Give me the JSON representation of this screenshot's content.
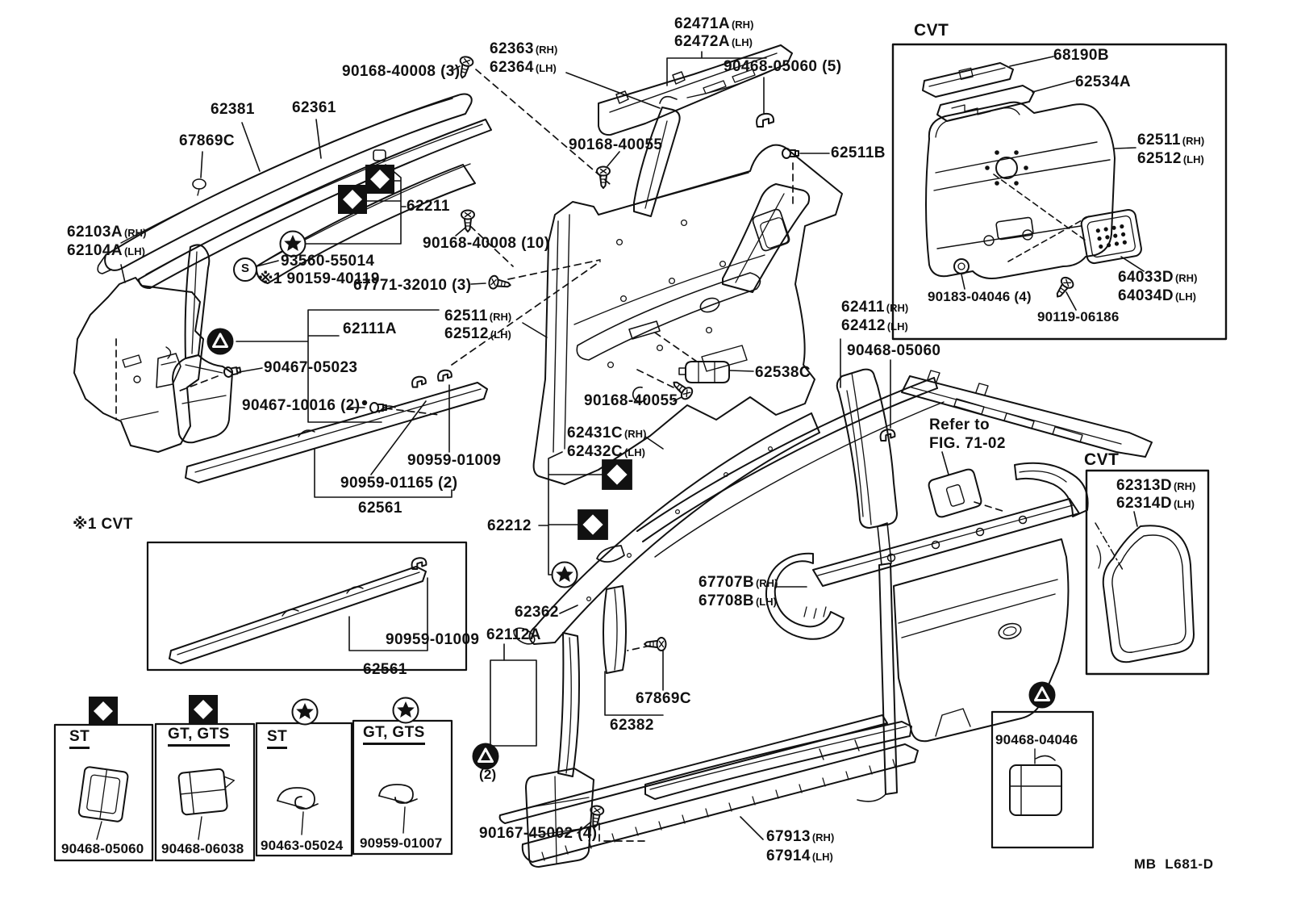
{
  "diagram": {
    "page_code": "MB  L681-D",
    "marker_s": "S",
    "note1_cvt": "※1 CVT",
    "count_2": "(2)",
    "cvt_top_label": "CVT",
    "cvt_right_label": "CVT",
    "refer_note": {
      "line1": "Refer to",
      "line2": "FIG. 71-02"
    },
    "legend_markers": {
      "diamond": "black-square-white-diamond",
      "star": "circled-star",
      "triangle": "black-circle-white-triangle",
      "s": "circled-s"
    },
    "labels": {
      "p62471a": {
        "text": "62471A",
        "suffix": "(RH)"
      },
      "p62472a": {
        "text": "62472A",
        "suffix": "(LH)"
      },
      "p90468_05060_5": {
        "text": "90468-05060 (5)"
      },
      "p62363": {
        "text": "62363",
        "suffix": "(RH)"
      },
      "p62364": {
        "text": "62364",
        "suffix": "(LH)"
      },
      "p90168_40008_3": {
        "text": "90168-40008 (3)"
      },
      "p62381": {
        "text": "62381"
      },
      "p62361": {
        "text": "62361"
      },
      "p67869c_1": {
        "text": "67869C"
      },
      "p90168_40055_t": {
        "text": "90168-40055"
      },
      "p62511b": {
        "text": "62511B"
      },
      "p62211": {
        "text": "62211"
      },
      "p90168_40008_10": {
        "text": "90168-40008 (10)"
      },
      "p67771_32010_3": {
        "text": "67771-32010 (3)"
      },
      "p93560_55014": {
        "text": "93560-55014"
      },
      "p90159_40119": {
        "text": "※1 90159-40119"
      },
      "p62103a": {
        "text": "62103A",
        "suffix": "(RH)"
      },
      "p62104a": {
        "text": "62104A",
        "suffix": "(LH)"
      },
      "p62111a": {
        "text": "62111A"
      },
      "p90467_05023": {
        "text": "90467-05023"
      },
      "p90467_10016_2": {
        "text": "90467-10016 (2)"
      },
      "p90959_01009_1": {
        "text": "90959-01009"
      },
      "p90959_01165_2": {
        "text": "90959-01165 (2)"
      },
      "p62561_1": {
        "text": "62561"
      },
      "p90959_01009_2": {
        "text": "90959-01009"
      },
      "p62561_2": {
        "text": "62561"
      },
      "p62511_rh": {
        "text": "62511",
        "suffix": "(RH)"
      },
      "p62512_lh": {
        "text": "62512",
        "suffix": "(LH)"
      },
      "p62538c": {
        "text": "62538C"
      },
      "p90168_40055_b": {
        "text": "90168-40055"
      },
      "p62431c": {
        "text": "62431C",
        "suffix": "(RH)"
      },
      "p62432c": {
        "text": "62432C",
        "suffix": "(LH)"
      },
      "p62212": {
        "text": "62212"
      },
      "p62362": {
        "text": "62362"
      },
      "p62112a": {
        "text": "62112A"
      },
      "p67869c_2": {
        "text": "67869C"
      },
      "p62382": {
        "text": "62382"
      },
      "p90167_45002_4": {
        "text": "90167-45002 (4)"
      },
      "p67913": {
        "text": "67913",
        "suffix": "(RH)"
      },
      "p67914": {
        "text": "67914",
        "suffix": "(LH)"
      },
      "p67707b": {
        "text": "67707B",
        "suffix": "(RH)"
      },
      "p67708b": {
        "text": "67708B",
        "suffix": "(LH)"
      },
      "p62411": {
        "text": "62411",
        "suffix": "(RH)"
      },
      "p62412": {
        "text": "62412",
        "suffix": "(LH)"
      },
      "p90468_05060_2": {
        "text": "90468-05060"
      },
      "p68190b": {
        "text": "68190B"
      },
      "p62534a": {
        "text": "62534A"
      },
      "p62511_cvt": {
        "text": "62511",
        "suffix": "(RH)"
      },
      "p62512_cvt": {
        "text": "62512",
        "suffix": "(LH)"
      },
      "p64033d": {
        "text": "64033D",
        "suffix": "(RH)"
      },
      "p64034d": {
        "text": "64034D",
        "suffix": "(LH)"
      },
      "p90183_04046_4": {
        "text": "90183-04046 (4)"
      },
      "p90119_06186": {
        "text": "90119-06186"
      },
      "p62313d": {
        "text": "62313D",
        "suffix": "(RH)"
      },
      "p62314d": {
        "text": "62314D",
        "suffix": "(LH)"
      },
      "p90468_04046": {
        "text": "90468-04046"
      }
    },
    "clip_boxes": [
      {
        "header": "ST",
        "part": "90468-05060",
        "marker": "diamond"
      },
      {
        "header": "GT, GTS",
        "part": "90468-06038",
        "marker": "diamond"
      },
      {
        "header": "ST",
        "part": "90463-05024",
        "marker": "star"
      },
      {
        "header": "GT, GTS",
        "part": "90959-01007",
        "marker": "star"
      }
    ]
  }
}
